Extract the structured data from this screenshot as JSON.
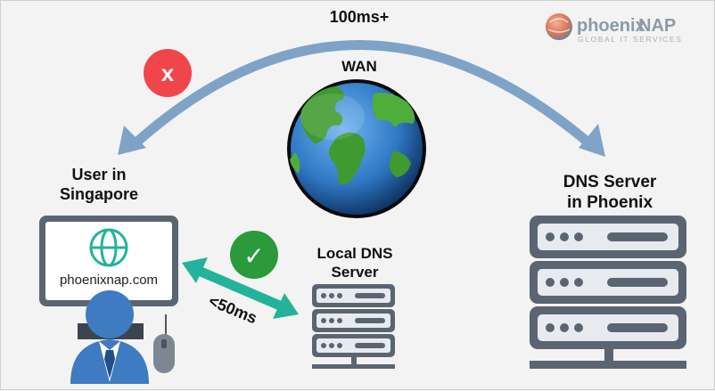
{
  "brand": {
    "name_part1": "phoenix",
    "name_part2": "NAP",
    "tagline": "GLOBAL IT SERVICES"
  },
  "wan": {
    "latency": "100ms+",
    "label": "WAN"
  },
  "user": {
    "label_line1": "User in",
    "label_line2": "Singapore",
    "monitor_url": "phoenixnap.com"
  },
  "local_dns": {
    "label_line1": "Local DNS",
    "label_line2": "Server",
    "latency": "<50ms"
  },
  "remote_dns": {
    "label_line1": "DNS Server",
    "label_line2": "in Phoenix"
  },
  "status": {
    "fail_symbol": "x",
    "ok_symbol": "✓",
    "fail_color": "#f0464b",
    "ok_color": "#2a9a3a"
  },
  "colors": {
    "wan_arrow": "#7ea3c7",
    "local_arrow": "#23b39a",
    "server_body": "#5b6572",
    "server_light": "#e7ebef",
    "globe_water": "#2f78c4",
    "globe_land": "#3f9a2f"
  }
}
